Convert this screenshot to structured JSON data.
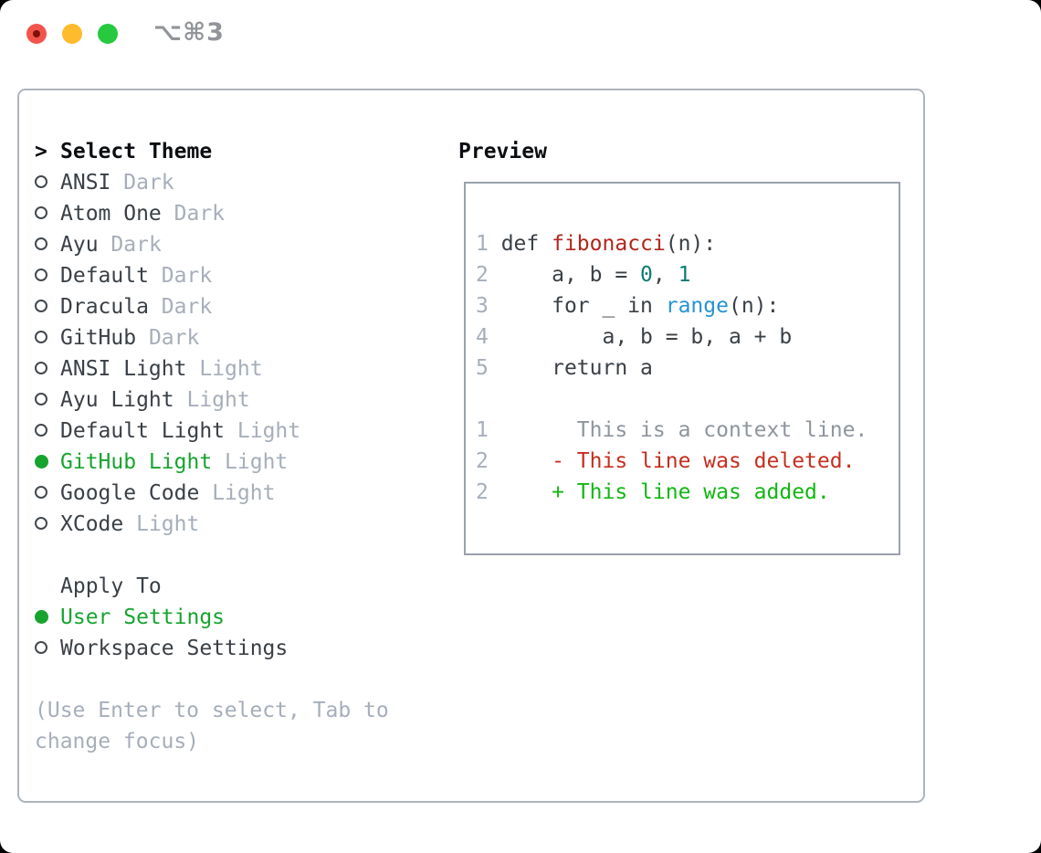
{
  "titlebar": {
    "title": "⌥⌘3"
  },
  "theme_picker": {
    "header_marker": ">",
    "header": "Select Theme",
    "items": [
      {
        "name": "ANSI",
        "variant": "Dark",
        "selected": false
      },
      {
        "name": "Atom One",
        "variant": "Dark",
        "selected": false
      },
      {
        "name": "Ayu",
        "variant": "Dark",
        "selected": false
      },
      {
        "name": "Default",
        "variant": "Dark",
        "selected": false
      },
      {
        "name": "Dracula",
        "variant": "Dark",
        "selected": false
      },
      {
        "name": "GitHub",
        "variant": "Dark",
        "selected": false
      },
      {
        "name": "ANSI Light",
        "variant": "Light",
        "selected": false
      },
      {
        "name": "Ayu Light",
        "variant": "Light",
        "selected": false
      },
      {
        "name": "Default Light",
        "variant": "Light",
        "selected": false
      },
      {
        "name": "GitHub Light",
        "variant": "Light",
        "selected": true
      },
      {
        "name": "Google Code",
        "variant": "Light",
        "selected": false
      },
      {
        "name": "XCode",
        "variant": "Light",
        "selected": false
      }
    ],
    "apply_to": {
      "header": "Apply To",
      "options": [
        {
          "label": "User Settings",
          "selected": true
        },
        {
          "label": "Workspace Settings",
          "selected": false
        }
      ]
    },
    "hint_lines": [
      "(Use Enter to select, Tab to",
      "change focus)"
    ]
  },
  "preview": {
    "title": "Preview",
    "code_lines": [
      {
        "no": "1",
        "segments": [
          {
            "t": " def ",
            "c": "code"
          },
          {
            "t": "fibonacci",
            "c": "func"
          },
          {
            "t": "(n):",
            "c": "code"
          }
        ]
      },
      {
        "no": "2",
        "segments": [
          {
            "t": "     a, b = ",
            "c": "code"
          },
          {
            "t": "0",
            "c": "num"
          },
          {
            "t": ", ",
            "c": "code"
          },
          {
            "t": "1",
            "c": "num"
          }
        ]
      },
      {
        "no": "3",
        "segments": [
          {
            "t": "     for _ in ",
            "c": "code"
          },
          {
            "t": "range",
            "c": "builtin"
          },
          {
            "t": "(n):",
            "c": "code"
          }
        ]
      },
      {
        "no": "4",
        "segments": [
          {
            "t": "         a, b = b, a + b",
            "c": "code"
          }
        ]
      },
      {
        "no": "5",
        "segments": [
          {
            "t": "     return a",
            "c": "code"
          }
        ]
      }
    ],
    "diff_lines": [
      {
        "no": "1",
        "segments": [
          {
            "t": "       This is a context line.",
            "c": "ctx"
          }
        ]
      },
      {
        "no": "2",
        "segments": [
          {
            "t": "     - This line was deleted.",
            "c": "del"
          }
        ]
      },
      {
        "no": "2",
        "segments": [
          {
            "t": "     + This line was added.",
            "c": "add"
          }
        ]
      }
    ]
  },
  "colors": {
    "accent_green": "#17a42e",
    "added_green": "#12b712",
    "deleted_red": "#c62e1e",
    "function_red": "#b2261d",
    "builtin_blue": "#2593d3",
    "number_teal": "#0c7b74",
    "text_dark": "#3a4046",
    "code_dark": "#3a4046",
    "muted_gray": "#a6aeba",
    "context_gray": "#8e959d",
    "traffic_red": "#f2544d",
    "traffic_yellow": "#fdbb2d",
    "traffic_green": "#27c93f"
  }
}
